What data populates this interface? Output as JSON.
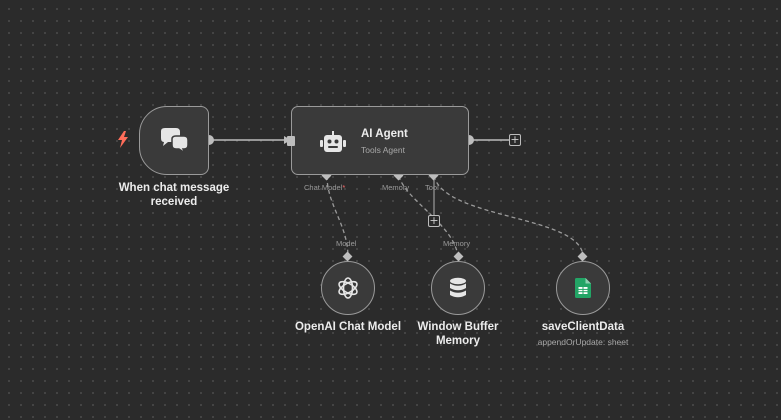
{
  "canvas": {
    "background": "#2b2b2b",
    "accent_trigger": "#ff6d5a",
    "sheets_green": "#23a566"
  },
  "trigger": {
    "title": "When chat message received",
    "icon": "chat-bubbles-icon",
    "badge_icon": "lightning-bolt-icon"
  },
  "agent": {
    "title": "AI Agent",
    "subtitle": "Tools Agent",
    "icon": "robot-icon",
    "ports": {
      "chat_model": "Chat Model",
      "chat_model_required": "*",
      "memory": "Memory",
      "tool": "Tool"
    }
  },
  "subnodes": {
    "openai": {
      "title": "OpenAI Chat Model",
      "port_label": "Model",
      "icon": "openai-icon"
    },
    "memory": {
      "title": "Window Buffer Memory",
      "port_label": "Memory",
      "icon": "database-icon"
    },
    "sheets": {
      "title": "saveClientData",
      "subtitle": "appendOrUpdate: sheet",
      "icon": "google-sheets-icon"
    }
  },
  "plus_symbol": "+"
}
